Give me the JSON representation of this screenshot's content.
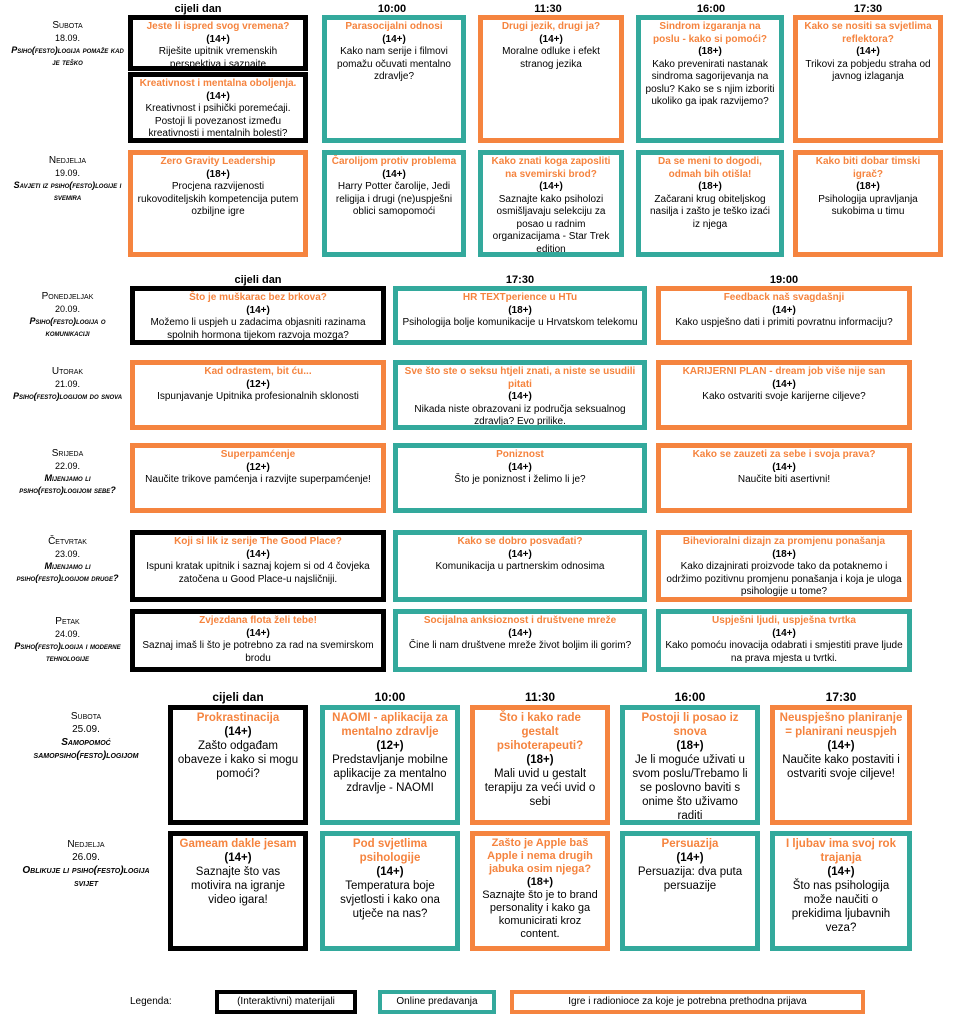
{
  "s1": {
    "headers": [
      "cijeli dan",
      "10:00",
      "11:30",
      "16:00",
      "17:30"
    ],
    "rows": [
      {
        "day": "Subota",
        "date": "18.09.",
        "subtitle": "Psiho(festo)logija pomaže kad je teško",
        "events": [
          {
            "title": "Jeste li ispred svog vremena?",
            "age": "(14+)",
            "desc": "Riješite upitnik vremenskih perspektiva i saznajte"
          },
          {
            "title": "Parasocijalni odnosi",
            "age": "(14+)",
            "desc": "Kako nam serije i filmovi pomažu očuvati mentalno zdravlje?"
          },
          {
            "title": "Drugi jezik, drugi ja?",
            "age": "(14+)",
            "desc": "Moralne odluke i efekt stranog jezika"
          },
          {
            "title": "Sindrom izgaranja na poslu - kako si pomoći?",
            "age": "(18+)",
            "desc": "Kako prevenirati nastanak sindroma sagorijevanja na poslu? Kako se s njim izboriti ukoliko ga ipak razvijemo?"
          },
          {
            "title": "Kako se nositi sa svjetlima reflektora?",
            "age": "(14+)",
            "desc": "Trikovi za pobjedu straha od javnog izlaganja"
          },
          {
            "title": "Kreativnost i mentalna oboljenja.",
            "age": "(14+)",
            "desc": "Kreativnost i psihički poremećaji. Postoji li povezanost između kreativnosti i mentalnih bolesti?"
          }
        ]
      },
      {
        "day": "Nedjelja",
        "date": "19.09.",
        "subtitle": "Savjeti iz psiho(festo)logije i svemira",
        "events": [
          {
            "title": "Zero Gravity Leadership",
            "age": "(18+)",
            "desc": "Procjena razvijenosti rukovoditeljskih kompetencija putem ozbiljne igre"
          },
          {
            "title": "Čarolijom protiv problema",
            "age": "(14+)",
            "desc": "Harry Potter čarolije, Jedi religija i drugi (ne)uspješni oblici samopomoći"
          },
          {
            "title": "Kako znati koga zaposliti na svemirski brod?",
            "age": "(14+)",
            "desc": "Saznajte kako psiholozi osmišljavaju selekciju za posao u radnim organizacijama - Star Trek edition"
          },
          {
            "title": "Da se meni to dogodi, odmah bih otišla!",
            "age": "(18+)",
            "desc": "Začarani krug obiteljskog nasilja i zašto je teško izaći iz njega"
          },
          {
            "title": "Kako biti dobar timski igrač?",
            "age": "(18+)",
            "desc": "Psihologija upravljanja sukobima u timu"
          }
        ]
      }
    ]
  },
  "s2": {
    "headers": [
      "cijeli dan",
      "17:30",
      "19:00"
    ],
    "rows": [
      {
        "day": "Ponedjeljak",
        "date": "20.09.",
        "subtitle": "Psiho(festo)logija o komunikaciji",
        "events": [
          {
            "title": "Što je muškarac bez brkova?",
            "age": "(14+)",
            "desc": "Možemo li uspjeh u zadacima objasniti razinama spolnih hormona tijekom razvoja mozga?"
          },
          {
            "title": "HR TEXTperience u HTu",
            "age": "(18+)",
            "desc": "Psihologija bolje komunikacije u Hrvatskom telekomu"
          },
          {
            "title": "Feedback naš svagdašnji",
            "age": "(14+)",
            "desc": "Kako uspješno dati i primiti povratnu informaciju?"
          }
        ]
      },
      {
        "day": "Utorak",
        "date": "21.09.",
        "subtitle": "Psiho(festo)logijom do snova",
        "events": [
          {
            "title": "Kad odrastem, bit ću...",
            "age": "(12+)",
            "desc": "Ispunjavanje Upitnika profesionalnih sklonosti"
          },
          {
            "title": "Sve što ste o seksu htjeli znati, a niste se usudili pitati",
            "age": "(14+)",
            "desc": "Nikada niste obrazovani iz područja seksualnog zdravlja? Evo prilike."
          },
          {
            "title": "KARIJERNI PLAN - dream job više nije san",
            "age": "(14+)",
            "desc": "Kako ostvariti svoje karijerne ciljeve?"
          }
        ]
      },
      {
        "day": "Srijeda",
        "date": "22.09.",
        "subtitle": "Mijenjamo li psiho(festo)logijom sebe?",
        "events": [
          {
            "title": "Superpamćenje",
            "age": "(12+)",
            "desc": "Naučite trikove pamćenja i razvijte superpamćenje!"
          },
          {
            "title": "Poniznost",
            "age": "(14+)",
            "desc": "Što je poniznost i želimo li je?"
          },
          {
            "title": "Kako se zauzeti za sebe i svoja prava?",
            "age": "(14+)",
            "desc": "Naučite biti asertivni!"
          }
        ]
      },
      {
        "day": "Četvrtak",
        "date": "23.09.",
        "subtitle": "Mijenjamo li psiho(festo)logijom druge?",
        "events": [
          {
            "title": "Koji si lik iz serije The Good Place?",
            "age": "(14+)",
            "desc": "Ispuni kratak upitnik i saznaj kojem si od 4 čovjeka zatočena u Good Place-u najsličniji."
          },
          {
            "title": "Kako se dobro posvađati?",
            "age": "(14+)",
            "desc": "Komunikacija u partnerskim odnosima"
          },
          {
            "title": "Bihevioralni dizajn za promjenu ponašanja",
            "age": "(18+)",
            "desc": "Kako dizajnirati proizvode tako da potaknemo i održimo pozitivnu promjenu ponašanja i koja je uloga psihologije u tome?"
          }
        ]
      },
      {
        "day": "Petak",
        "date": "24.09.",
        "subtitle": "Psiho(festo)logija i moderne tehnologije",
        "events": [
          {
            "title": "Zvjezdana flota želi tebe!",
            "age": "(14+)",
            "desc": "Saznaj imaš li što je potrebno za rad na svemirskom brodu"
          },
          {
            "title": "Socijalna anksioznost i društvene mreže",
            "age": "(14+)",
            "desc": "Čine li nam društvene mreže život boljim ili gorim?"
          },
          {
            "title": "Uspješni ljudi, uspješna tvrtka",
            "age": "(14+)",
            "desc": "Kako pomoću inovacija odabrati i smjestiti prave ljude na prava mjesta u tvrtki."
          }
        ]
      }
    ]
  },
  "s3": {
    "headers": [
      "cijeli dan",
      "10:00",
      "11:30",
      "16:00",
      "17:30"
    ],
    "rows": [
      {
        "day": "Subota",
        "date": "25.09.",
        "subtitle": "Samopomoć samopsiho(festo)logijom",
        "events": [
          {
            "title": "Prokrastinacija",
            "age": "(14+)",
            "desc": "Zašto odgađam obaveze i kako si mogu pomoći?"
          },
          {
            "title": "NAOMI - aplikacija za mentalno zdravlje",
            "age": "(12+)",
            "desc": "Predstavljanje mobilne aplikacije za mentalno zdravlje - NAOMI"
          },
          {
            "title": "Što i kako rade gestalt psihoterapeuti?",
            "age": "(18+)",
            "desc": "Mali uvid u gestalt terapiju za veći uvid o sebi"
          },
          {
            "title": "Postoji li posao iz snova",
            "age": "(18+)",
            "desc": "Je li moguće uživati u svom poslu/Trebamo li se poslovno baviti s onime što uživamo raditi"
          },
          {
            "title": "Neuspješno planiranje = planirani neuspjeh",
            "age": "(14+)",
            "desc": "Naučite kako postaviti i ostvariti svoje ciljeve!"
          }
        ]
      },
      {
        "day": "Nedjelja",
        "date": "26.09.",
        "subtitle": "Oblikuje li psiho(festo)logija svijet",
        "events": [
          {
            "title": "Gameam dakle jesam",
            "age": "(14+)",
            "desc": "Saznajte što vas motivira na igranje video igara!"
          },
          {
            "title": "Pod svjetlima psihologije",
            "age": "(14+)",
            "desc": "Temperatura boje svjetlosti i kako ona utječe na nas?"
          },
          {
            "title": "Zašto je Apple baš Apple i nema drugih jabuka osim njega?",
            "age": "(18+)",
            "desc": "Saznajte što je to brand personality i kako ga komunicirati kroz content."
          },
          {
            "title": "Persuazija",
            "age": "(14+)",
            "desc": "Persuazija: dva puta persuazije"
          },
          {
            "title": "I ljubav ima svoj rok trajanja",
            "age": "(14+)",
            "desc": "Što nas psihologija može naučiti o prekidima ljubavnih veza?"
          }
        ]
      }
    ]
  },
  "legend": {
    "label": "Legenda:",
    "items": [
      "(Interaktivni) materijali",
      "Online predavanja",
      "Igre i radionioce za koje je potrebna prethodna prijava"
    ]
  },
  "colors": {
    "black": "#000000",
    "teal": "#33a99c",
    "orange": "#f5843f"
  }
}
